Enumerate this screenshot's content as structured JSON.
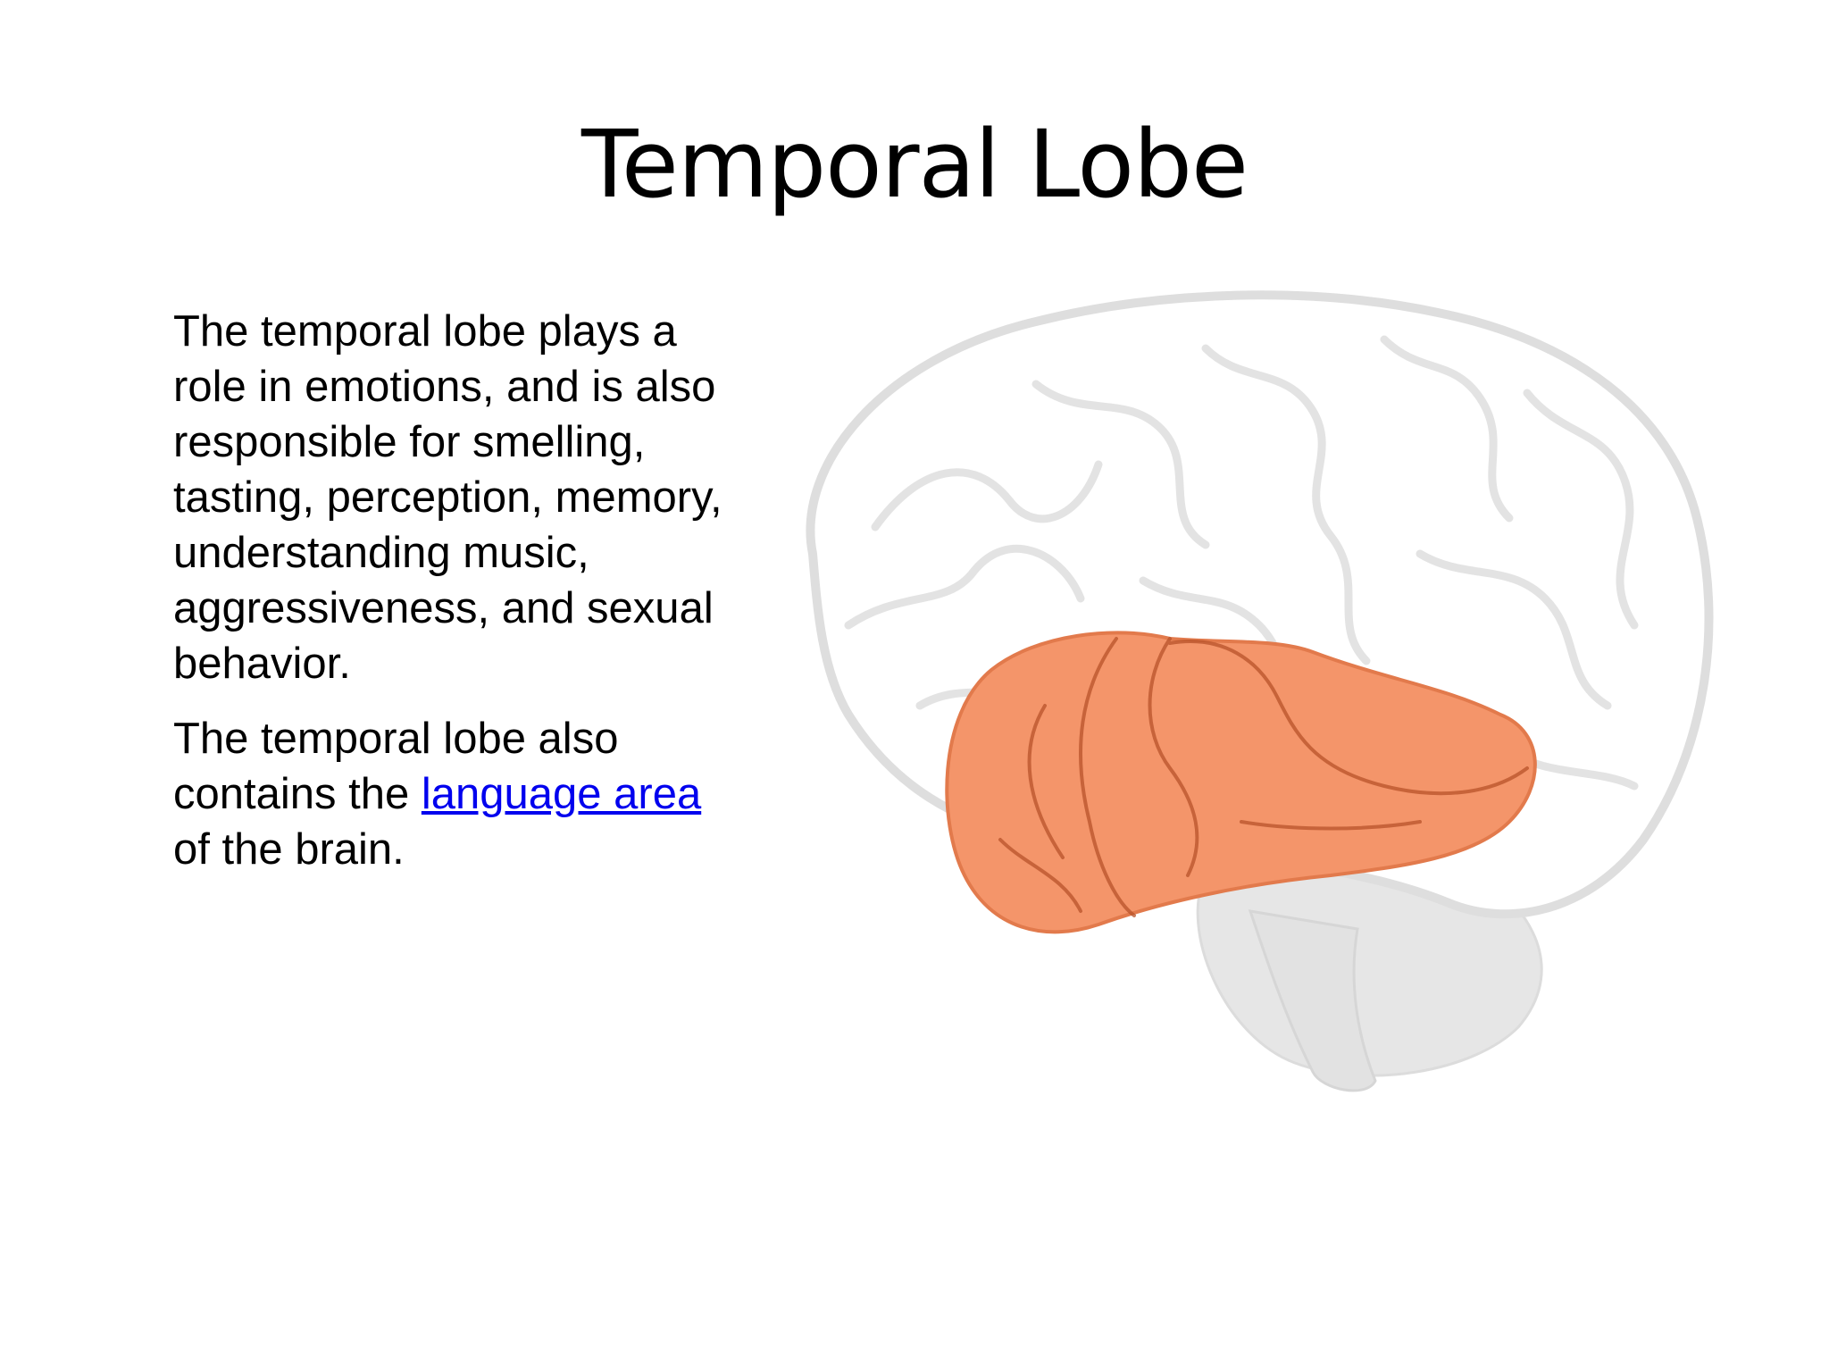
{
  "slide": {
    "title": "Temporal Lobe",
    "paragraph_1": "The temporal lobe plays a role in emotions, and is also responsible for smelling, tasting, perception, memory, understanding music, aggressiveness, and sexual behavior.",
    "paragraph_2": {
      "before_link": "The temporal lobe also contains the ",
      "link_text": "language area ",
      "after_link": "of the brain."
    }
  },
  "colors": {
    "brain_outline": "#d9d9d9",
    "temporal_lobe": "#f4956a",
    "temporal_lobe_lines": "#b8532a",
    "link": "#0000ee"
  },
  "icons": {
    "brain_illustration": "brain-side-view-icon"
  }
}
